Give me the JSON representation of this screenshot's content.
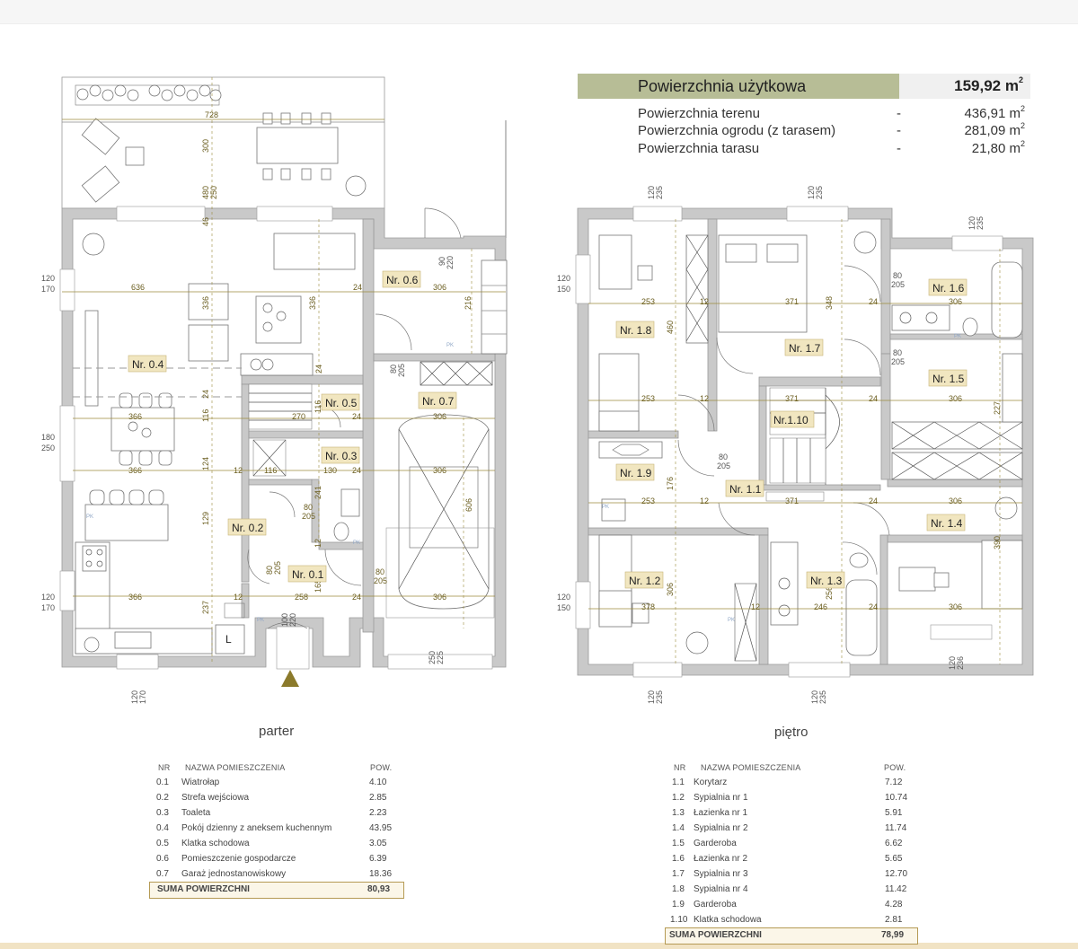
{
  "summary": {
    "header_label": "Powierzchnia użytkowa",
    "header_value": "159,92 m",
    "sup": "2",
    "dash": "-",
    "rows": [
      {
        "label": "Powierzchnia terenu",
        "value": "436,91 m"
      },
      {
        "label": "Powierzchnia ogrodu (z tarasem)",
        "value": "281,09 m"
      },
      {
        "label": "Powierzchnia tarasu",
        "value": "21,80 m"
      }
    ]
  },
  "ground_floor": {
    "title": "parter",
    "col_nr": "NR",
    "col_name": "NAZWA POMIESZCZENIA",
    "col_area": "POW.",
    "rooms": [
      {
        "nr": "0.1",
        "name": "Wiatrołap",
        "area": "4.10"
      },
      {
        "nr": "0.2",
        "name": "Strefa wejściowa",
        "area": "2.85"
      },
      {
        "nr": "0.3",
        "name": "Toaleta",
        "area": "2.23"
      },
      {
        "nr": "0.4",
        "name": "Pokój dzienny z aneksem kuchennym",
        "area": "43.95"
      },
      {
        "nr": "0.5",
        "name": "Klatka schodowa",
        "area": "3.05"
      },
      {
        "nr": "0.6",
        "name": "Pomieszczenie gospodarcze",
        "area": "6.39"
      },
      {
        "nr": "0.7",
        "name": "Garaż jednostanowiskowy",
        "area": "18.36"
      }
    ],
    "total_label": "SUMA POWIERZCHNI",
    "total_value": "80,93",
    "labels": {
      "r01": "Nr. 0.1",
      "r02": "Nr. 0.2",
      "r03": "Nr. 0.3",
      "r04": "Nr. 0.4",
      "r05": "Nr. 0.5",
      "r06": "Nr. 0.6",
      "r07": "Nr. 0.7",
      "lift": "L"
    },
    "dims": {
      "d728": "728",
      "d300": "300",
      "d480": "480",
      "d250": "250",
      "d46": "46",
      "d636": "636",
      "d24": "24",
      "d336": "336",
      "d306": "306",
      "d216": "216",
      "d366": "366",
      "d116": "116",
      "d270": "270",
      "d124": "124",
      "d12": "12",
      "d130": "130",
      "d241": "241",
      "d129": "129",
      "d80": "80",
      "d205": "205",
      "d165": "165",
      "d258": "258",
      "d237": "237",
      "d606": "606",
      "d90": "90",
      "d220": "220",
      "d100": "100",
      "d225": "225",
      "d120": "120",
      "d170": "170",
      "d180": "180",
      "pk": "PK"
    }
  },
  "upper_floor": {
    "title": "piętro",
    "col_nr": "NR",
    "col_name": "NAZWA POMIESZCZENIA",
    "col_area": "POW.",
    "rooms": [
      {
        "nr": "1.1",
        "name": "Korytarz",
        "area": "7.12"
      },
      {
        "nr": "1.2",
        "name": "Sypialnia nr 1",
        "area": "10.74"
      },
      {
        "nr": "1.3",
        "name": "Łazienka nr 1",
        "area": "5.91"
      },
      {
        "nr": "1.4",
        "name": "Sypialnia nr 2",
        "area": "11.74"
      },
      {
        "nr": "1.5",
        "name": "Garderoba",
        "area": "6.62"
      },
      {
        "nr": "1.6",
        "name": "Łazienka nr 2",
        "area": "5.65"
      },
      {
        "nr": "1.7",
        "name": "Sypialnia nr 3",
        "area": "12.70"
      },
      {
        "nr": "1.8",
        "name": "Sypialnia nr 4",
        "area": "11.42"
      },
      {
        "nr": "1.9",
        "name": "Garderoba",
        "area": "4.28"
      },
      {
        "nr": "1.10",
        "name": "Klatka schodowa",
        "area": "2.81"
      }
    ],
    "total_label": "SUMA POWIERZCHNI",
    "total_value": "78,99",
    "labels": {
      "r11": "Nr. 1.1",
      "r12": "Nr. 1.2",
      "r13": "Nr. 1.3",
      "r14": "Nr. 1.4",
      "r15": "Nr. 1.5",
      "r16": "Nr. 1.6",
      "r17": "Nr. 1.7",
      "r18": "Nr. 1.8",
      "r19": "Nr. 1.9",
      "r110": "Nr.1.10"
    },
    "dims": {
      "d120": "120",
      "d235": "235",
      "d150": "150",
      "d253": "253",
      "d371": "371",
      "d348": "348",
      "d24": "24",
      "d306": "306",
      "d80": "80",
      "d205": "205",
      "d460": "460",
      "d12": "12",
      "d227": "227",
      "d176": "176",
      "d246": "246",
      "d390": "390",
      "d378": "378",
      "d256": "256",
      "d236": "236",
      "pk": "PK"
    }
  }
}
